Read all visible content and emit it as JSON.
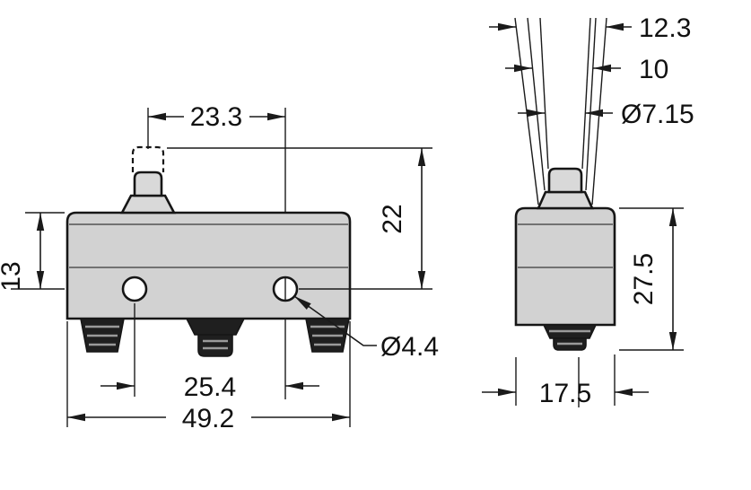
{
  "drawing": {
    "type": "technical-dimension-drawing",
    "subject": "snap-action micro switch, front and side views",
    "colors": {
      "line": "#1a1a1a",
      "body_fill": "#d2d2d2",
      "plunger_fill": "#d9d9d9",
      "terminal_fill": "#1f1f1f",
      "background": "#ffffff"
    },
    "front_view": {
      "dims": {
        "plunger_to_hole": "23.3",
        "top_to_hole_center": "22",
        "body_top_to_hole": "13",
        "hole_spacing": "25.4",
        "overall_width": "49.2",
        "hole_diameter": "Ø4.4"
      }
    },
    "side_view": {
      "dims": {
        "plunger_base_width": "12.3",
        "plunger_mid_width": "10",
        "plunger_tip_diameter": "Ø7.15",
        "overall_height": "27.5",
        "overall_depth": "17.5"
      }
    }
  }
}
